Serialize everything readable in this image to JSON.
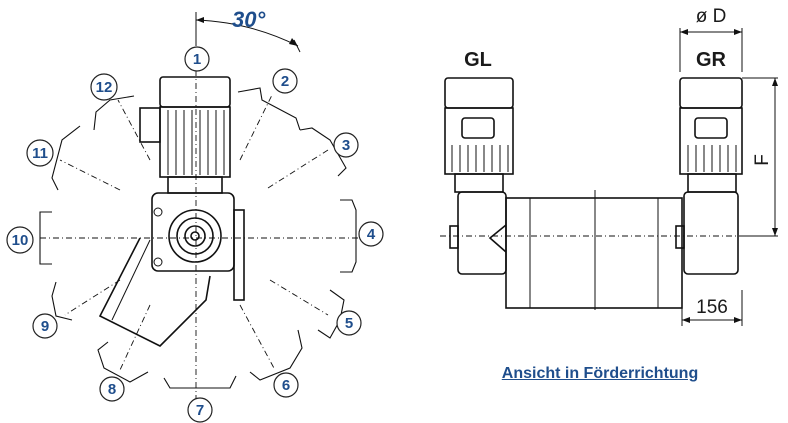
{
  "angle_label": "30°",
  "positions": [
    "1",
    "2",
    "3",
    "4",
    "5",
    "6",
    "7",
    "8",
    "9",
    "10",
    "11",
    "12"
  ],
  "side_left_label": "GL",
  "side_right_label": "GR",
  "dim_diameter": "ø D",
  "dim_height": "F",
  "dim_width": "156",
  "caption": "Ansicht in Förderrichtung",
  "colors": {
    "accent": "#1f4e8c",
    "line": "#111111"
  }
}
